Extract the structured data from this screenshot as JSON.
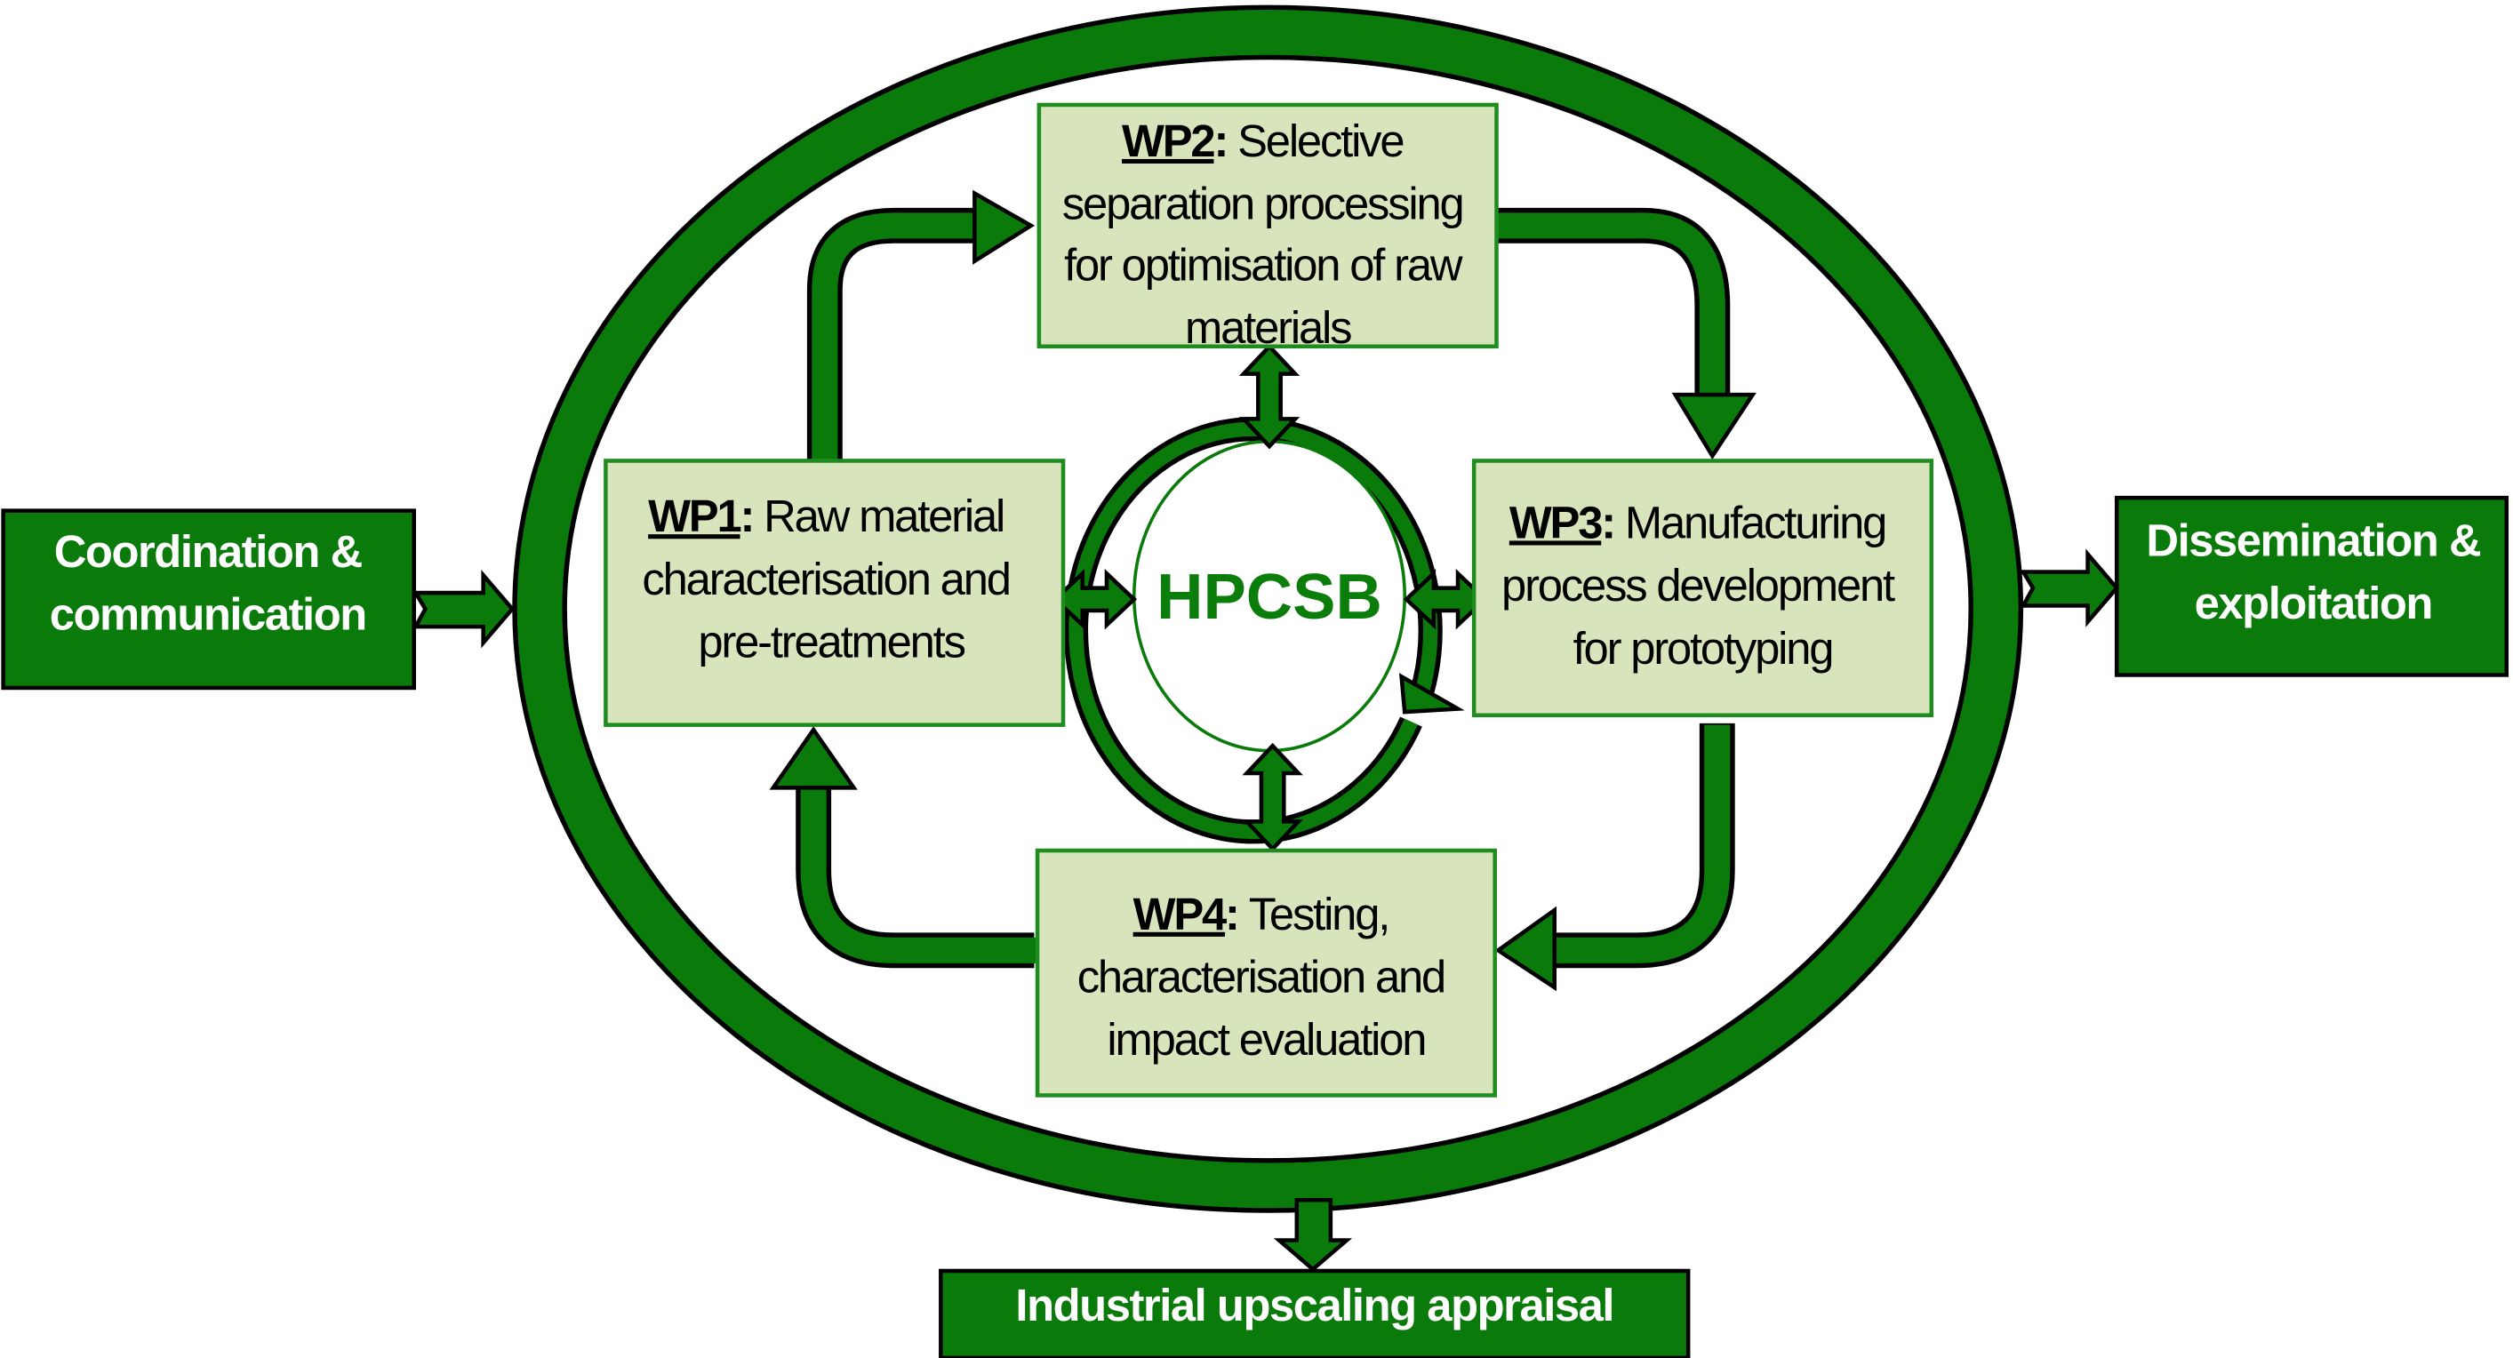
{
  "colors": {
    "green": "#0a7a0a",
    "box_fill": "#d8e4bc",
    "box_border": "#1f8c1f"
  },
  "core": {
    "label": "HPCSB"
  },
  "outer": {
    "left": {
      "lines": [
        "Coordination &",
        "communication"
      ]
    },
    "right": {
      "lines": [
        "Dissemination &",
        "exploitation"
      ]
    },
    "bottom": {
      "lines": [
        "Industrial upscaling appraisal"
      ]
    }
  },
  "work_packages": [
    {
      "key": "WP1",
      "lines": [
        "Raw material",
        "characterisation and",
        "pre-treatments"
      ]
    },
    {
      "key": "WP2",
      "lines": [
        "Selective",
        "separation processing",
        "for optimisation of raw",
        "materials"
      ]
    },
    {
      "key": "WP3",
      "lines": [
        "Manufacturing",
        "process development",
        "for prototyping"
      ]
    },
    {
      "key": "WP4",
      "lines": [
        "Testing,",
        "characterisation and",
        "impact evaluation"
      ]
    }
  ]
}
